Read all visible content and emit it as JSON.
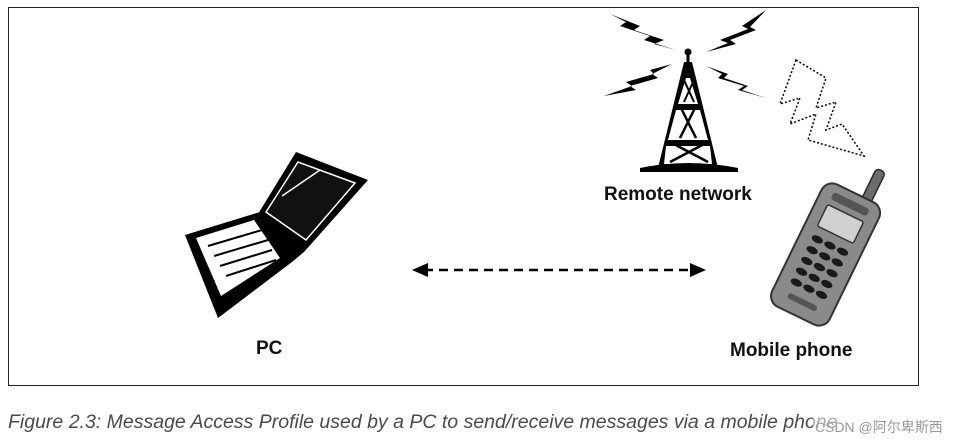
{
  "diagram": {
    "nodes": {
      "pc": {
        "label": "PC"
      },
      "remote_network": {
        "label": "Remote network"
      },
      "mobile_phone": {
        "label": "Mobile phone"
      }
    },
    "caption": "Figure 2.3: Message Access Profile used by a PC to send/receive messages via a mobile phone",
    "watermark": "CSDN @阿尔卑斯西"
  },
  "colors": {
    "border": "#222222",
    "caption": "#4a4a4a",
    "phone_body": "#8a8a8a",
    "phone_keys": "#1a1a1a"
  }
}
